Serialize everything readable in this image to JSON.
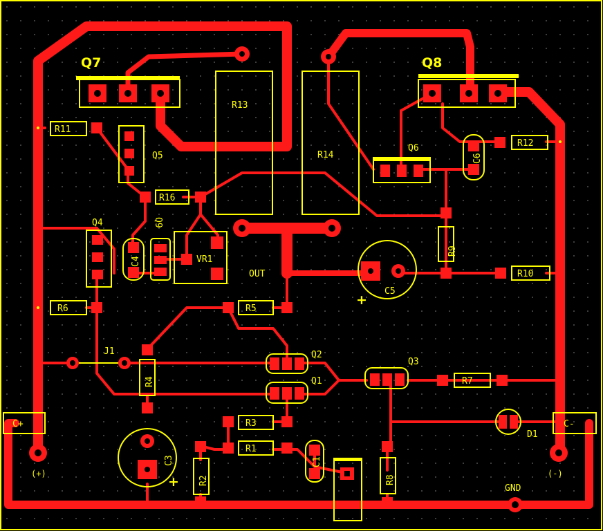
{
  "colors": {
    "background": "#000000",
    "copper": "#ff1a1a",
    "silkscreen": "#ffff00",
    "pad_hole": "#000000"
  },
  "labels": {
    "q7": "Q7",
    "q8": "Q8",
    "q5": "Q5",
    "q6": "Q6",
    "q4": "Q4",
    "q9": "Q9",
    "q1": "Q1",
    "q2": "Q2",
    "q3": "Q3",
    "r1": "R1",
    "r2": "R2",
    "r3": "R3",
    "r4": "R4",
    "r5": "R5",
    "r6": "R6",
    "r7": "R7",
    "r8": "R8",
    "r9": "R9",
    "r10": "R10",
    "r11": "R11",
    "r12": "R12",
    "r13": "R13",
    "r14": "R14",
    "r16": "R16",
    "c1": "C1",
    "c3": "C3",
    "c4": "C4",
    "c5": "C5",
    "c6": "C6",
    "vr1": "VR1",
    "j1": "J1",
    "d1": "D1",
    "out": "OUT",
    "gnd": "GND",
    "c_plus": "C+",
    "c_minus": "C-",
    "plus_sign": "(+)",
    "minus_sign": "(-)",
    "c3_polarity": "+",
    "c5_polarity": "+"
  }
}
